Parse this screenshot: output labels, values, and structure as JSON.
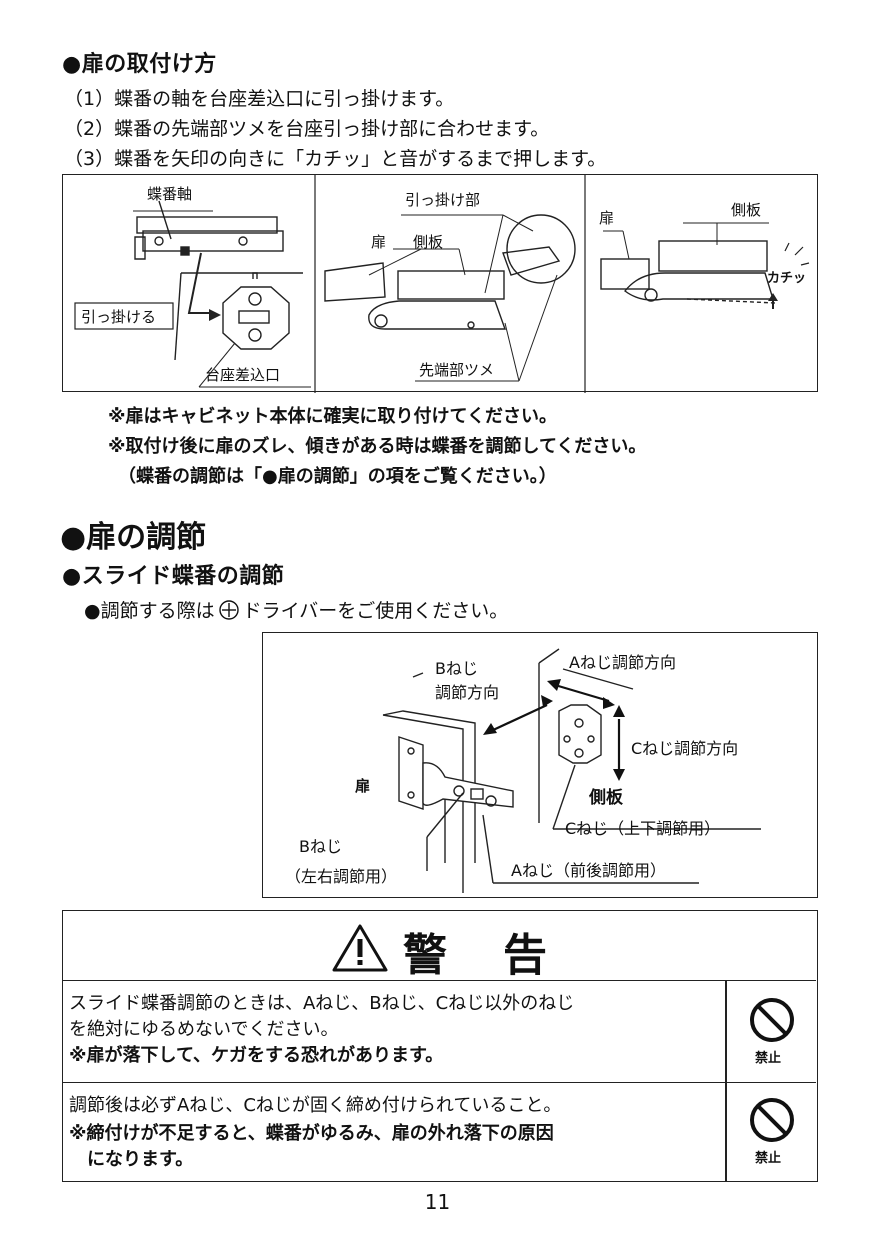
{
  "install": {
    "heading": "●扉の取付け方",
    "steps": [
      "（1）蝶番の軸を台座差込口に引っ掛けます。",
      "（2）蝶番の先端部ツメを台座引っ掛け部に合わせます。",
      "（3）蝶番を矢印の向きに「カチッ」と音がするまで押します。"
    ],
    "figure": {
      "hinge_shaft": "蝶番軸",
      "hook": "引っ掛ける",
      "base_slot": "台座差込口",
      "hook_part": "引っ掛け部",
      "door": "扉",
      "side_panel": "側板",
      "tip_claw": "先端部ツメ",
      "door3": "扉",
      "side_panel3": "側板",
      "click": "カチッ"
    },
    "notes": [
      "※扉はキャビネット本体に確実に取り付けてください。",
      "※取付け後に扉のズレ、傾きがある時は蝶番を調節してください。",
      "（蝶番の調節は「●扉の調節」の項をご覧ください。）"
    ]
  },
  "adjust": {
    "heading": "●扉の調節",
    "subheading": "●スライド蝶番の調節",
    "tool_note_pre": "●調節する際は",
    "tool_note_post": "ドライバーをご使用ください。",
    "figure": {
      "b_dir_1": "Bねじ",
      "b_dir_2": "調節方向",
      "a_dir": "Aねじ調節方向",
      "c_dir": "Cねじ調節方向",
      "door": "扉",
      "side_panel": "側板",
      "c_screw": "Cねじ（上下調節用）",
      "b_screw": "Bねじ",
      "b_screw_use": "（左右調節用）",
      "a_screw": "Aねじ（前後調節用）"
    }
  },
  "warning": {
    "title": "警　告",
    "items": [
      {
        "text1": "スライド蝶番調節のときは、Aねじ、Bねじ、Cねじ以外のねじ",
        "text2": "を絶対にゆるめないでください。",
        "bold1": "※扉が落下して、ケガをする恐れがあります。",
        "bold2": "",
        "badge": "禁止"
      },
      {
        "text1": "調節後は必ずAねじ、Cねじが固く締め付けられていること。",
        "text2": "",
        "bold1": "※締付けが不足すると、蝶番がゆるみ、扉の外れ落下の原因",
        "bold2": "　になります。",
        "badge": "禁止"
      }
    ]
  },
  "page_number": "11"
}
